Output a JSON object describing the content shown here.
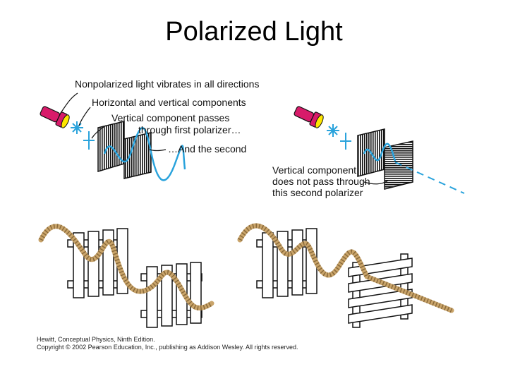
{
  "slide": {
    "title": "Polarized Light"
  },
  "diagram": {
    "labels": {
      "nonpolarized": "Nonpolarized light vibrates in all directions",
      "components": "Horizontal and vertical components",
      "vertical_passes_1": "Vertical component passes",
      "vertical_passes_2": "through first polarizer…",
      "and_second": "…And the second",
      "not_pass_1": "Vertical component",
      "not_pass_2": "does not pass through",
      "not_pass_3": "this second polarizer"
    },
    "colors": {
      "wave": "#2aa3dc",
      "flashlight": "#d81b6a",
      "rope": "#c9a46a",
      "ink": "#111111"
    },
    "icons": [
      "flashlight-icon",
      "star-vibration-icon",
      "polarizer-filter",
      "picket-fence",
      "rope-wave"
    ]
  },
  "credit": {
    "line1": "Hewitt, Conceptual Physics, Ninth Edition.",
    "line2": "Copyright © 2002 Pearson Education, Inc., publishing as Addison Wesley.  All rights reserved."
  }
}
